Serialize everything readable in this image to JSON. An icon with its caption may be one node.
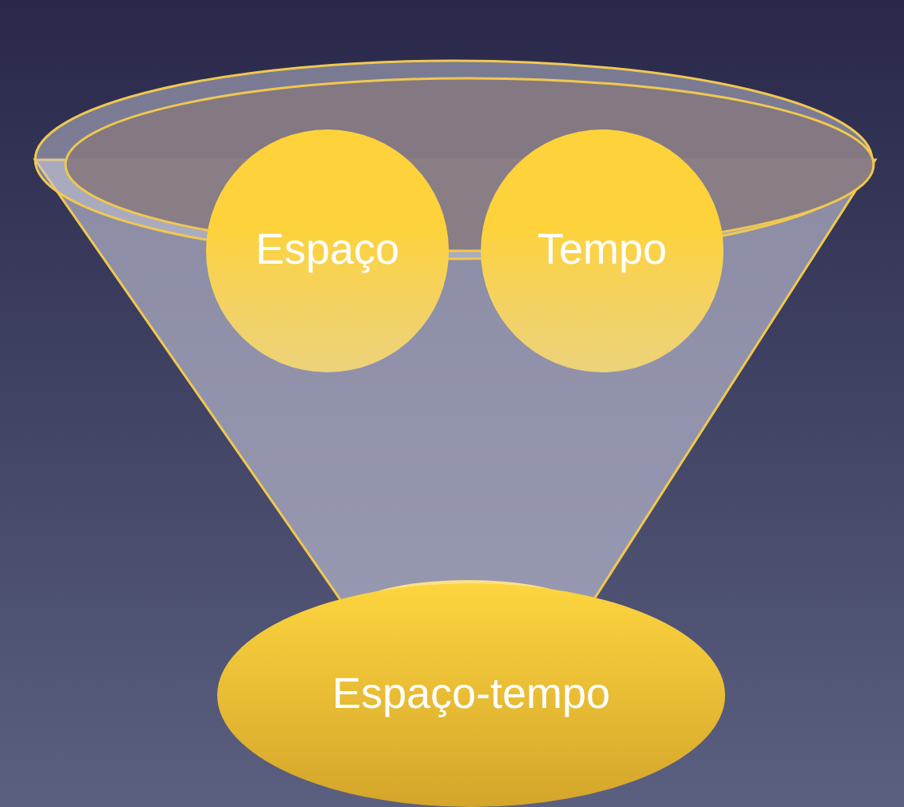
{
  "diagram": {
    "nodes": [
      {
        "text": [
          "Espaço"
        ]
      },
      {
        "text": [
          "Tempo"
        ]
      },
      {
        "text": [
          "Espaço-tempo"
        ]
      }
    ]
  }
}
